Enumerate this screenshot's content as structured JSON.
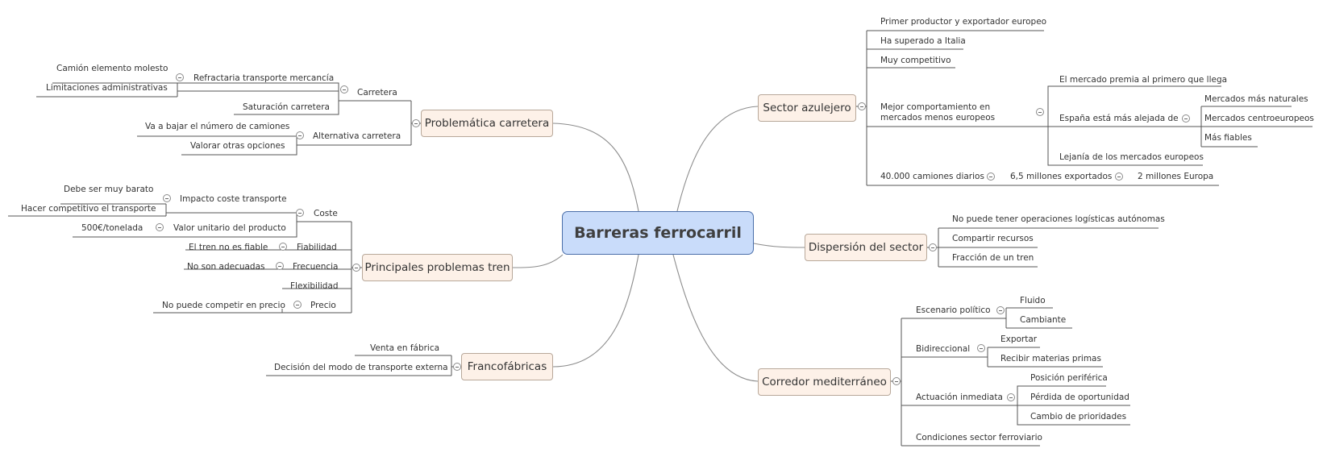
{
  "root": "Barreras ferrocarril",
  "branches": {
    "problematica_carretera": {
      "title": "Problemática carretera",
      "carretera": "Carretera",
      "refractaria": "Refractaria transporte mercancía",
      "camion_molesto": "Camión elemento molesto",
      "limitaciones": "Limitaciones administrativas",
      "saturacion": "Saturación carretera",
      "alternativa": "Alternativa carretera",
      "bajar_camiones": "Va a bajar el número de camiones",
      "otras_opciones": "Valorar otras opciones"
    },
    "principales_problemas": {
      "title": "Principales problemas tren",
      "coste": "Coste",
      "impacto": "Impacto coste transporte",
      "muy_barato": "Debe ser muy barato",
      "competitivo": "Hacer competitivo el transporte",
      "valor_unitario": "Valor unitario del producto",
      "tonelada": "500€/tonelada",
      "fiabilidad": "Fiabilidad",
      "no_fiable": "El tren no es fiable",
      "frecuencia": "Frecuencia",
      "no_adecuadas": "No son adecuadas",
      "flexibilidad": "Flexibilidad",
      "precio": "Precio",
      "no_competir": "No puede competir en precio"
    },
    "francofabricas": {
      "title": "Francofábricas",
      "venta": "Venta en fábrica",
      "decision": "Decisión del modo de transporte externa"
    },
    "sector_azulejero": {
      "title": "Sector azulejero",
      "primer": "Primer productor y exportador europeo",
      "italia": "Ha superado a Italia",
      "muy_competitivo": "Muy competitivo",
      "mejor": "Mejor comportamiento en mercados menos europeos",
      "premia": "El mercado premia al primero que llega",
      "espana": "España está más alejada de",
      "naturales": "Mercados más naturales",
      "centroeuropeos": "Mercados centroeuropeos",
      "fiables": "Más fiables",
      "lejania": "Lejanía de los mercados europeos",
      "camiones": "40.000 camiones diarios",
      "exportados": "6,5 millones exportados",
      "europa": "2 millones Europa"
    },
    "dispersion": {
      "title": "Dispersión del sector",
      "autonomas": "No puede tener operaciones logísticas autónomas",
      "compartir": "Compartir recursos",
      "fraccion": "Fracción de un tren"
    },
    "corredor": {
      "title": "Corredor mediterráneo",
      "escenario": "Escenario político",
      "fluido": "Fluido",
      "cambiante": "Cambiante",
      "bidireccional": "Bidireccional",
      "exportar": "Exportar",
      "materias": "Recibir materias primas",
      "actuacion": "Actuación inmediata",
      "periferica": "Posición periférica",
      "oportunidad": "Pérdida de oportunidad",
      "prioridades": "Cambio de prioridades",
      "condiciones": "Condiciones sector ferroviario"
    }
  }
}
